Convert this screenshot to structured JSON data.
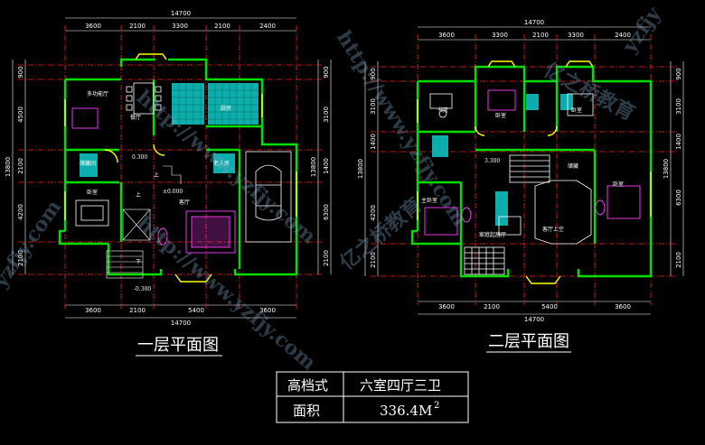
{
  "plan1": {
    "top_total": "14700",
    "top_dims": [
      "3600",
      "2100",
      "3300",
      "2100",
      "2400"
    ],
    "bottom_dims": [
      "3600",
      "2100",
      "5400",
      "3600"
    ],
    "bottom_total": "14700",
    "left_dims": [
      "900",
      "4500",
      "2100",
      "4200",
      "2100"
    ],
    "left_total": "13800",
    "right_dims": [
      "900",
      "3100",
      "1400",
      "6300",
      "2100"
    ],
    "right_total": "13800",
    "rooms": {
      "multi": "多功能厅",
      "dining": "餐厅",
      "kitchen": "厨房",
      "living": "客厅",
      "elderly": "老人房",
      "bedroom": "卧室",
      "storage": "储藏间"
    },
    "levels": {
      "l1": "0.300",
      "l2": "±0.000",
      "l3": "-0.300"
    },
    "marks": {
      "up1": "上",
      "up2": "上",
      "down": "下"
    },
    "title": "一层平面图"
  },
  "plan2": {
    "top_total": "14700",
    "top_dims": [
      "3600",
      "3300",
      "2100",
      "3300",
      "2400"
    ],
    "bottom_dims": [
      "3600",
      "2100",
      "5400",
      "3600"
    ],
    "bottom_total": "14700",
    "left_dims": [
      "900",
      "3100",
      "1400",
      "4200",
      "2100"
    ],
    "left_total": "13800",
    "right_dims": [
      "900",
      "3100",
      "1400",
      "6300",
      "2100"
    ],
    "right_total": "13800",
    "rooms": {
      "study": "书房",
      "bedroom_a": "卧室",
      "bedroom_b": "卧室",
      "master": "主卧室",
      "family": "家庭起居厅",
      "void": "客厅上空",
      "storage": "储藏"
    },
    "levels": {
      "l1": "3.300"
    },
    "title": "二层平面图"
  },
  "table": {
    "r1c1": "高档式",
    "r1c2": "六室四厅三卫",
    "r2c1": "面积",
    "r2c2": "336.4M",
    "r2c2_sup": "2"
  },
  "watermarks": [
    "http://www.yzfjy.com",
    "http://www.yzfjy.com",
    "亿之桥教育",
    "亿之桥教育",
    "yzfjy.com",
    "yzfjy",
    "http://www.yzfjy.com"
  ],
  "colors": {
    "bg": "#000000",
    "wall": "#00e000",
    "axis": "#ff2020",
    "door": "#ffff00",
    "furniture": "#ff40ff",
    "tile": "#10c0c0",
    "dim": "#ffffff"
  }
}
